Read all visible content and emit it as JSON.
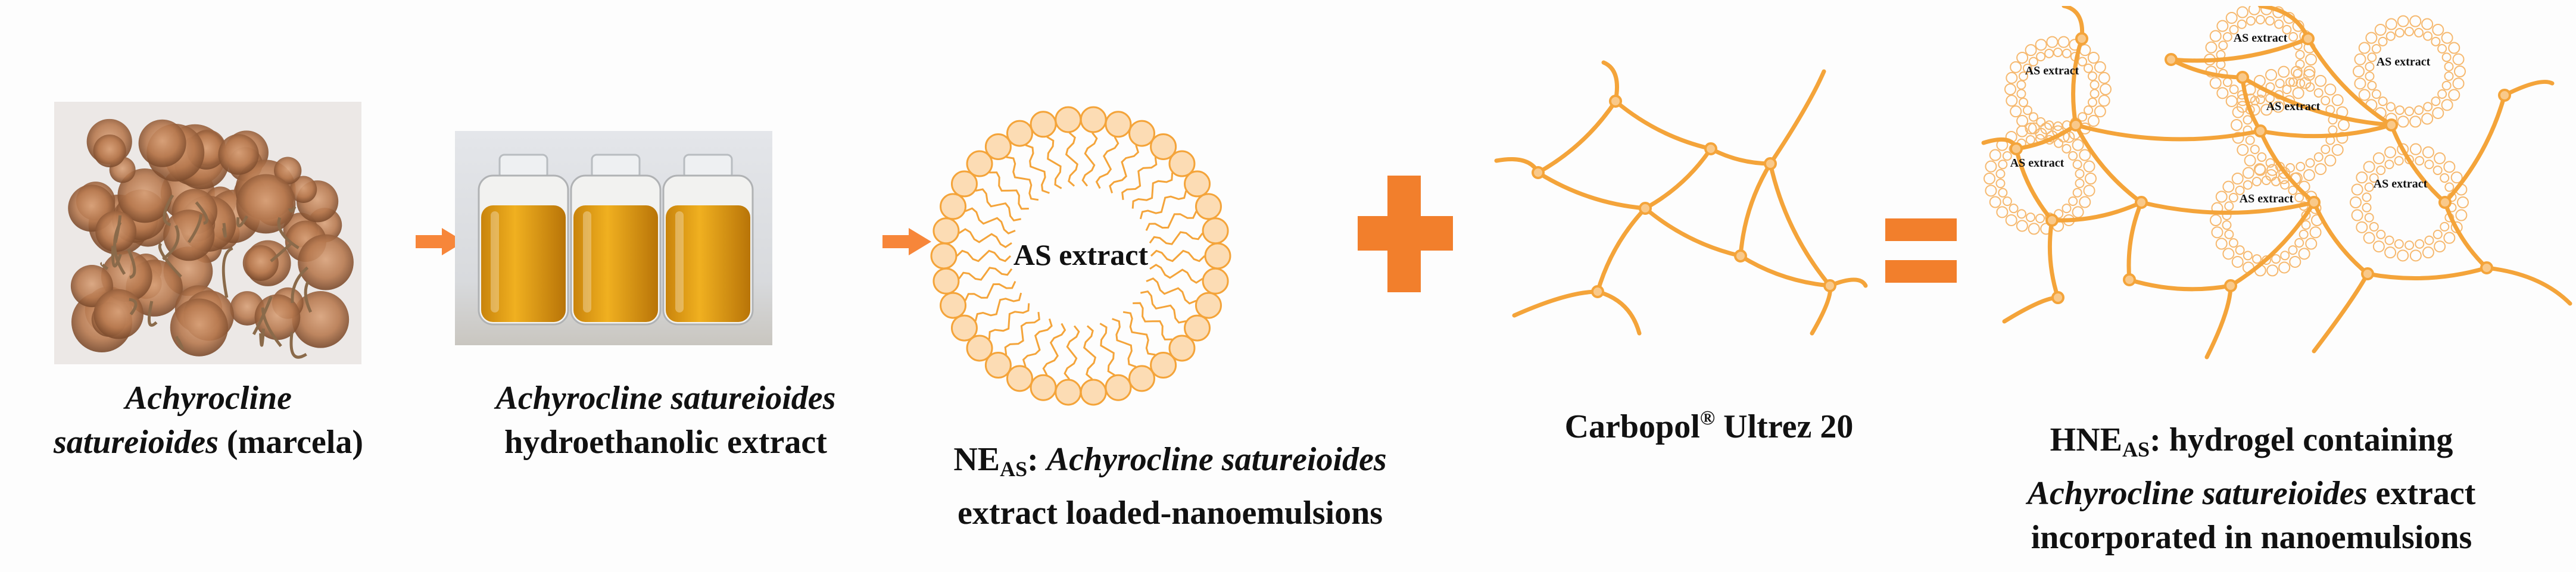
{
  "colors": {
    "accent_orange": "#f27f2c",
    "network_orange": "#f4a43a",
    "micelle_fill": "#fcdcb4",
    "text": "#111111"
  },
  "steps": [
    {
      "label_line1_italic": "Achyrocline",
      "label_line2_italic": "satureioides",
      "label_line2_plain": " (marcela)"
    },
    {
      "label_line1_italic": "Achyrocline satureioides",
      "label_line2_plain": "hydroethanolic extract"
    },
    {
      "center_text": "AS extract",
      "label_prefix": "NE",
      "label_sub": "AS",
      "label_colon": ": ",
      "label_line1_italic": "Achyrocline satureioides",
      "label_line2_plain": "extract loaded-nanoemulsions"
    },
    {
      "label_main": "Carbopol",
      "label_sup": "®",
      "label_rest": " Ultrez 20"
    },
    {
      "micelle_text": "AS extract",
      "label_prefix": "HNE",
      "label_sub": "AS",
      "label_line1_rest": ": hydrogel containing",
      "label_line2_italic": "Achyrocline satureioides",
      "label_line2_plain": " extract",
      "label_line3_plain": "incorporated in nanoemulsions"
    }
  ],
  "operators": {
    "arrow": "arrow-right-icon",
    "plus": "plus-icon",
    "equals": "equals-icon"
  }
}
